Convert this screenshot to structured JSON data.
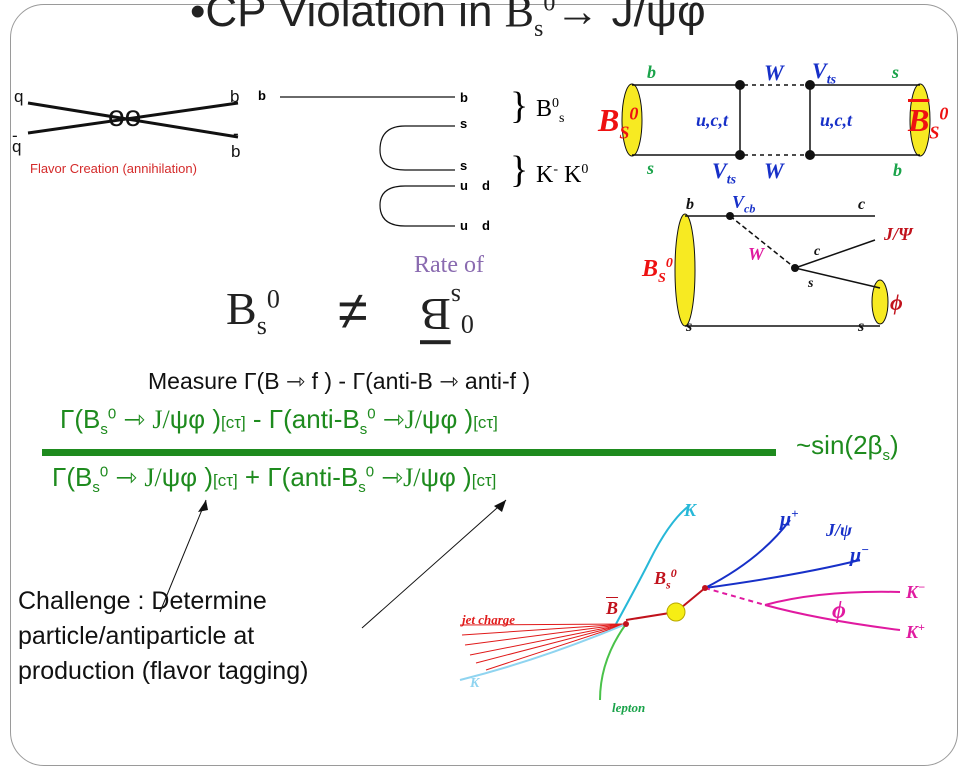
{
  "slide": {
    "bullet": "•",
    "title_prefix": "CP Violation in ",
    "title_B": "B",
    "title_B_sub": "s",
    "title_B_sup": "0",
    "title_arrow": "→ ",
    "title_jpsi": "J/ψφ"
  },
  "flavor_creation": {
    "q_top": "q",
    "q_bottom": "q",
    "b_top": "b",
    "b_bottom": "b",
    "bar": "-",
    "loop": "oo",
    "caption": "Flavor Creation (annihilation)"
  },
  "quark_lines": {
    "left_b": "b",
    "right": [
      "b",
      "s",
      "s",
      "u",
      "d",
      "u",
      "d"
    ],
    "brace_bs": "}",
    "bs_label": "B",
    "bs_sup": "0",
    "bs_sub": "s",
    "brace_k": "}",
    "k_label": "K",
    "k_sup": "-",
    "kbar_label": "K",
    "kbar_sup": "0"
  },
  "rate": {
    "label": "Rate of",
    "left_B": "B",
    "left_sub": "s",
    "left_sup": "0",
    "neq": "≠",
    "mirror_B": "B",
    "mirror_sub": "s",
    "mirror_sup": "0"
  },
  "box_diagram": {
    "b_top_left": "b",
    "W_top": "W",
    "Vts_top": "V",
    "Vts_sub": "ts",
    "s_top_right": "s",
    "BS_left": "B",
    "BS_left_sub": "S",
    "BS_left_sup": "0",
    "uct_left": "u,c,t",
    "uct_right": "u,c,t",
    "BS_right": "B",
    "BS_right_sub": "S",
    "BS_right_sup": "0",
    "s_bottom_left": "s",
    "Vts_bottom": "V",
    "Vts_bottom_sub": "ts",
    "W_bottom": "W",
    "b_bottom_right": "b"
  },
  "decay_diagram": {
    "b_top": "b",
    "Vcb": "V",
    "Vcb_sub": "cb",
    "c_top": "c",
    "W": "W",
    "c_mid": "c",
    "s_mid": "s",
    "jpsi": "J/Ψ",
    "BS": "B",
    "BS_sub": "S",
    "BS_sup": "0",
    "phi": "ϕ",
    "s_bottom_left": "s",
    "s_bottom_right": "s"
  },
  "equation": {
    "measure": "Measure Γ(B ⇾ f )  - Γ(anti-B ⇾ anti-f )",
    "num_a": "Γ(B",
    "num_a_sub": "s",
    "num_a_sup": "0",
    "num_b": " ⇾ ",
    "num_jpsi": "J/",
    "num_c": "ψφ )",
    "num_ct": "[cτ]",
    "num_d": "  - Γ(anti-B",
    "num_d_sub": "s",
    "num_d_sup": "0",
    "num_e": " ⇾",
    "num_jpsi2": "J/",
    "num_f": "ψφ )",
    "num_ct2": "[cτ]",
    "den_a": "Γ(B",
    "den_a_sub": "s",
    "den_a_sup": "0",
    "den_b": " ⇾ ",
    "den_jpsi": "J/",
    "den_c": "ψφ )",
    "den_ct": "[cτ]",
    "den_d": "  + Γ(anti-B",
    "den_d_sub": "s",
    "den_d_sup": "0",
    "den_e": " ⇾",
    "den_jpsi2": "J/",
    "den_f": "ψφ )",
    "den_ct2": "[cτ]",
    "result_a": "~sin(2β",
    "result_sub": "s",
    "result_b": ")"
  },
  "challenge": {
    "line1": "Challenge  : Determine",
    "line2": "particle/antiparticle at",
    "line3": "production  (flavor tagging)"
  },
  "event_display": {
    "K_top": "K",
    "mu_plus": "μ",
    "mu_plus_sup": "+",
    "jpsi": "J/ψ",
    "mu_minus": "μ",
    "mu_minus_sup": "−",
    "Bs": "B",
    "Bs_sub": "s",
    "Bs_sup": "0",
    "Bbar": "B",
    "K_minus": "K",
    "K_minus_sup": "−",
    "phi": "ϕ",
    "K_plus": "K",
    "K_plus_sup": "+",
    "jet_charge": "jet charge",
    "K_bottom": "K",
    "lepton": "lepton"
  }
}
